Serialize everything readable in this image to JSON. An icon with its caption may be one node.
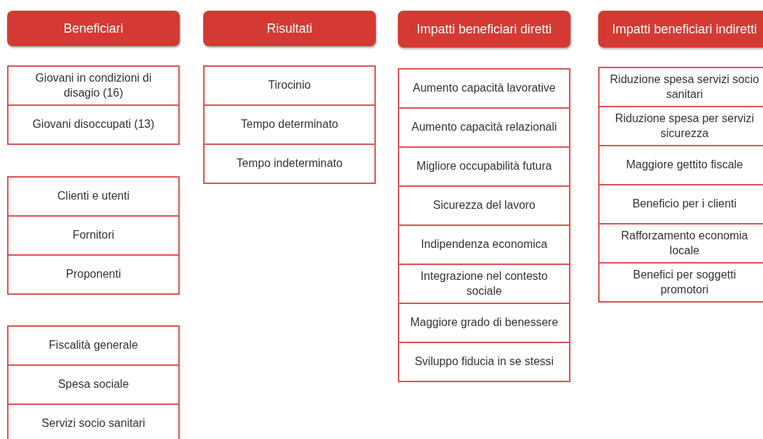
{
  "diagram": {
    "nodes": [
      {
        "text": [
          "Beneficiari"
        ]
      },
      {
        "text": [
          "Giovani in condizioni di disagio (16)"
        ]
      },
      {
        "text": [
          "Giovani disoccupati (13)"
        ]
      },
      {
        "text": [
          "Clienti e utenti"
        ]
      },
      {
        "text": [
          "Fornitori"
        ]
      },
      {
        "text": [
          "Proponenti"
        ]
      },
      {
        "text": [
          "Fiscalità generale"
        ]
      },
      {
        "text": [
          "Spesa sociale"
        ]
      },
      {
        "text": [
          "Servizi socio sanitari"
        ]
      },
      {
        "text": [
          "Risultati"
        ]
      },
      {
        "text": [
          "Tirocinio"
        ]
      },
      {
        "text": [
          "Tempo determinato"
        ]
      },
      {
        "text": [
          "Tempo indeterminato"
        ]
      },
      {
        "text": [
          "Impatti beneficiari diretti"
        ]
      },
      {
        "text": [
          "Aumento capacità lavorative"
        ]
      },
      {
        "text": [
          "Aumento capacità relazionali"
        ]
      },
      {
        "text": [
          "Migliore occupabilità futura"
        ]
      },
      {
        "text": [
          "Sicurezza del lavoro"
        ]
      },
      {
        "text": [
          "Indipendenza economica"
        ]
      },
      {
        "text": [
          "Integrazione nel contesto sociale"
        ]
      },
      {
        "text": [
          "Maggiore grado di benessere"
        ]
      },
      {
        "text": [
          "Sviluppo fiducia in se stessi"
        ]
      },
      {
        "text": [
          "Impatti beneficiari indiretti"
        ]
      },
      {
        "text": [
          "Riduzione spesa servizi socio sanitari"
        ]
      },
      {
        "text": [
          "Riduzione spesa per servizi sicurezza"
        ]
      },
      {
        "text": [
          "Maggiore gettito fiscale"
        ]
      },
      {
        "text": [
          "Beneficio per i clienti"
        ]
      },
      {
        "text": [
          "Rafforzamento economia locale"
        ]
      },
      {
        "text": [
          "Benefici per soggetti promotori"
        ]
      }
    ]
  }
}
